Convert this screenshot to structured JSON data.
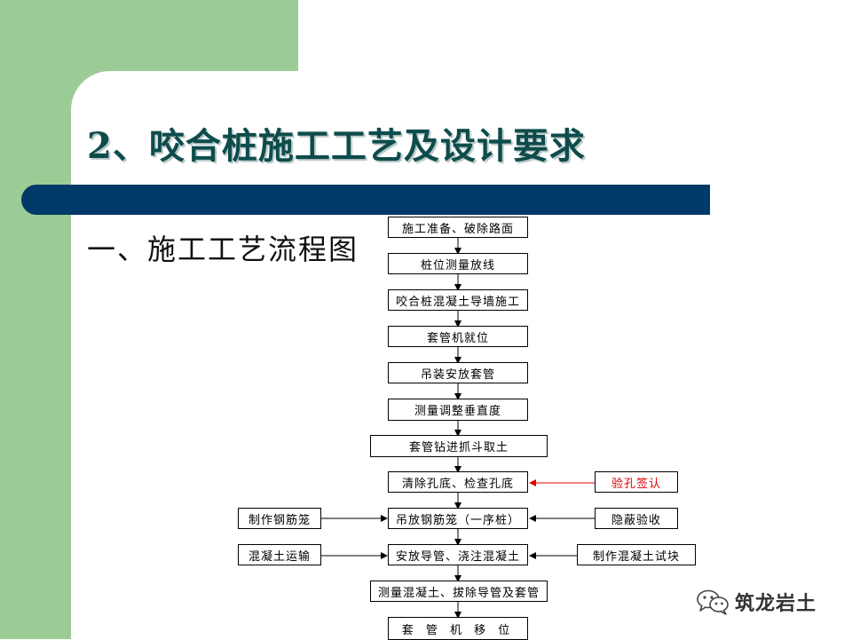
{
  "slide": {
    "title": "2、咬合桩施工工艺及设计要求",
    "subtitle": "一、施工工艺流程图"
  },
  "flowchart": {
    "main_steps": [
      "施工准备、破除路面",
      "桩位测量放线",
      "咬合桩混凝土导墙施工",
      "套管机就位",
      "吊装安放套管",
      "测量调整垂直度",
      "套管钻进抓斗取土",
      "清除孔底、检查孔底",
      "吊放钢筋笼（一序桩）",
      "安放导管、浇注混凝土",
      "测量混凝土、拔除导管及套管",
      "套 管 机 移 位"
    ],
    "side_inputs_left": [
      "制作钢筋笼",
      "混凝土运输"
    ],
    "side_inputs_right": [
      "验孔签认",
      "隐蔽验收",
      "制作混凝土试块"
    ]
  },
  "watermark": {
    "text": "筑龙岩土",
    "icon": "wechat-icon"
  },
  "colors": {
    "sidebar_green": "#9ccc95",
    "title_bar": "#003a68",
    "title_text": "#0e4c4c",
    "highlight_red": "#e00000"
  }
}
